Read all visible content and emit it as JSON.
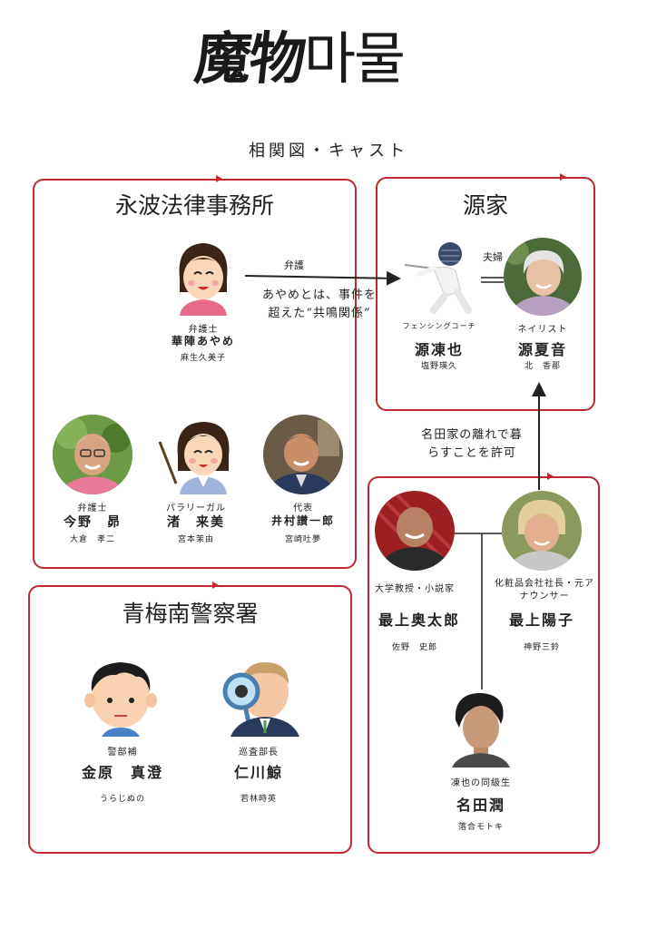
{
  "logo": {
    "kanji": "魔物",
    "hangul": "마물"
  },
  "subtitle": "相関図・キャスト",
  "groups": {
    "law_firm": "永波法律事務所",
    "minamoto": "源家",
    "police": "青梅南警察署"
  },
  "characters": {
    "ayame": {
      "role": "弁護士",
      "name": "華陣あやめ",
      "actor": "麻生久美子"
    },
    "imano": {
      "role": "弁護士",
      "name": "今野　昴",
      "actor": "大倉　孝二"
    },
    "nagisa": {
      "role": "パラリーガル",
      "name": "渚　来美",
      "actor": "宮本茉由"
    },
    "imura": {
      "role": "代表",
      "name": "井村讃一郎",
      "actor": "宮崎吐夢"
    },
    "touya": {
      "role": "フェンシングコーチ",
      "name": "源凍也",
      "actor": "塩野瑛久"
    },
    "natsune": {
      "role": "ネイリスト",
      "name": "源夏音",
      "actor": "北　香那"
    },
    "okutaro": {
      "role": "大学教授・小説家",
      "name": "最上奥太郎",
      "actor": "佐野　史郎"
    },
    "yoko": {
      "role": "化粧品会社社長・元アナウンサー",
      "name": "最上陽子",
      "actor": "神野三鈴"
    },
    "jun": {
      "role": "凍也の同級生",
      "name": "名田潤",
      "actor": "落合モトキ"
    },
    "kanehara": {
      "role": "警部補",
      "name": "金原　真澄",
      "actor": "うらじぬの"
    },
    "nikawa": {
      "role": "巡査部長",
      "name": "仁川鯨",
      "actor": "若林時英"
    }
  },
  "relations": {
    "defense": "弁護",
    "defense_note": "あやめとは、事件を\n超えた“共鳴関係”",
    "couple": "夫婦",
    "permit_note": "名田家の離れで暮\nらすことを許可"
  },
  "colors": {
    "frame": "#c0282d",
    "ink": "#1a1a1a"
  }
}
